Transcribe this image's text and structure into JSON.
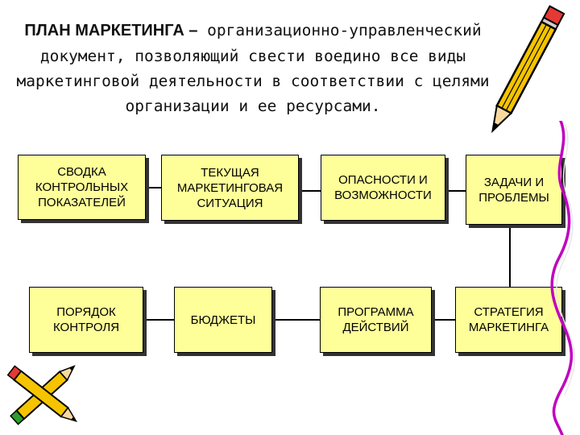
{
  "title": {
    "lead": "ПЛАН МАРКЕТИНГА –",
    "rest": " организационно-управленческий документ, позволяющий свести воедино все виды маркетинговой деятельности в соответствии с целями организации и ее ресурсами."
  },
  "boxes": {
    "summary": "СВОДКА\nКОНТРОЛЬНЫХ\nПОКАЗАТЕЛЕЙ",
    "situation": "ТЕКУЩАЯ\nМАРКЕТИНГОВАЯ\nСИТУАЦИЯ",
    "threats": "ОПАСНОСТИ И\nВОЗМОЖНОСТИ",
    "tasks": "ЗАДАЧИ И\nПРОБЛЕМЫ",
    "control": "ПОРЯДОК\nКОНТРОЛЯ",
    "budgets": "БЮДЖЕТЫ",
    "program": "ПРОГРАММА\nДЕЙСТВИЙ",
    "strategy": "СТРАТЕГИЯ\nМАРКЕТИНГА"
  },
  "colors": {
    "box_fill": "#ffff99",
    "pencil_body": "#f5c400",
    "pencil_tip": "#f7d9a0",
    "pencil_eraser": "#e53935"
  },
  "icons": [
    "pencil-icon",
    "crossed-pencils-icon",
    "squiggle-line-icon"
  ]
}
